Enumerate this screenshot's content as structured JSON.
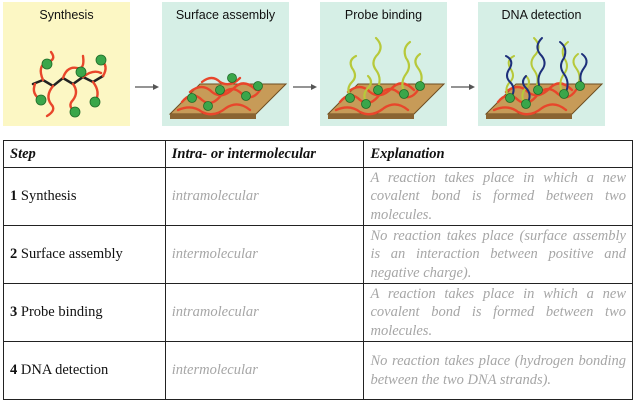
{
  "figure": {
    "panels": [
      {
        "title": "Synthesis"
      },
      {
        "title": "Surface assembly"
      },
      {
        "title": "Probe binding"
      },
      {
        "title": "DNA detection"
      }
    ],
    "colors": {
      "panel1_bg": "#fcf7c4",
      "panel_bg": "#d6efe6",
      "polymer": "#e8462b",
      "bead": "#3aa64a",
      "probe": "#b7c93a",
      "dna": "#1d2f7a"
    }
  },
  "table": {
    "headers": {
      "step": "Step",
      "type": "Intra- or intermolecular",
      "explanation": "Explanation"
    },
    "rows": [
      {
        "num": "1",
        "step": "Synthesis",
        "type": "intramolecular",
        "explanation": "A reaction takes place in which a new covalent bond is formed between two molecules."
      },
      {
        "num": "2",
        "step": "Surface assembly",
        "type": "intermolecular",
        "explanation": "No reaction takes place (surface assembly is an interaction between positive and negative charge)."
      },
      {
        "num": "3",
        "step": "Probe binding",
        "type": "intramolecular",
        "explanation": "A reaction takes place in which a new covalent bond is formed between two molecules."
      },
      {
        "num": "4",
        "step": "DNA detection",
        "type": "intermolecular",
        "explanation": "No reaction takes place (hydrogen bonding between the two DNA strands)."
      }
    ]
  }
}
